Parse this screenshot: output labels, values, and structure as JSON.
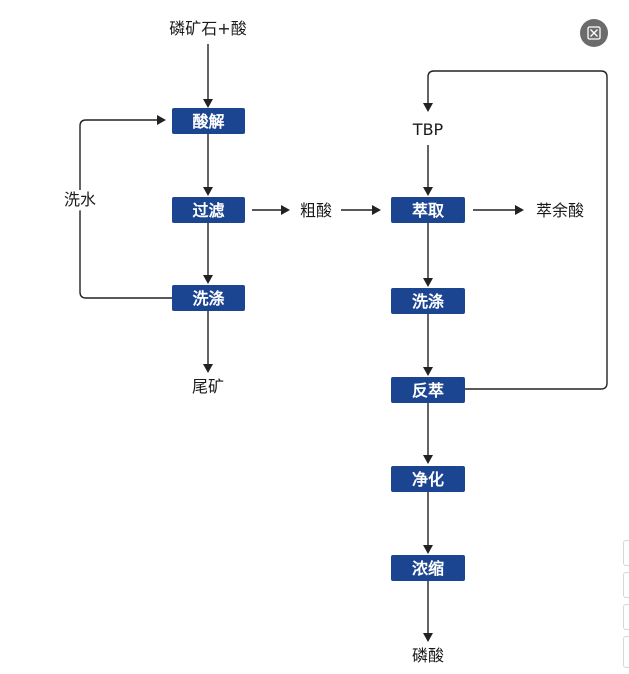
{
  "diagram": {
    "nodes": {
      "acid_leach": "酸解",
      "filter": "过滤",
      "wash_left": "洗涤",
      "extract": "萃取",
      "wash_right": "洗涤",
      "strip": "反萃",
      "purify": "净化",
      "concentrate": "浓缩"
    },
    "labels": {
      "input": "磷矿石+酸",
      "wash_water": "洗水",
      "tailings": "尾矿",
      "crude_acid": "粗酸",
      "tbp": "TBP",
      "raffinate": "萃余酸",
      "product": "磷酸"
    },
    "colors": {
      "node_fill": "#1b4590",
      "node_text": "#ffffff",
      "line": "#222222"
    }
  },
  "overlay": {
    "close_button_icon": "close-icon"
  }
}
